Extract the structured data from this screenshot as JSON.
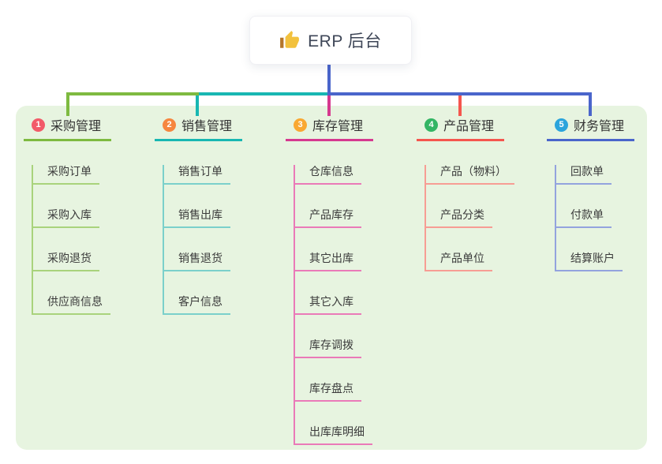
{
  "root": {
    "icon": "thumbs-up-icon",
    "label": "ERP 后台"
  },
  "branches": [
    {
      "num": "1",
      "label": "采购管理",
      "badge_color": "#f25b69",
      "line_color": "#7eba40",
      "light_color": "#a9d37c",
      "items": [
        "采购订单",
        "采购入库",
        "采购退货",
        "供应商信息"
      ]
    },
    {
      "num": "2",
      "label": "销售管理",
      "badge_color": "#f6863f",
      "line_color": "#18b7b2",
      "light_color": "#7bd0cb",
      "items": [
        "销售订单",
        "销售出库",
        "销售退货",
        "客户信息"
      ]
    },
    {
      "num": "3",
      "label": "库存管理",
      "badge_color": "#f9a832",
      "line_color": "#d6398f",
      "light_color": "#ea7ab8",
      "items": [
        "仓库信息",
        "产品库存",
        "其它出库",
        "其它入库",
        "库存调拨",
        "库存盘点",
        "出库库明细"
      ]
    },
    {
      "num": "4",
      "label": "产品管理",
      "badge_color": "#33b564",
      "line_color": "#f5564e",
      "light_color": "#f79d94",
      "items": [
        "产品（物料）",
        "产品分类",
        "产品单位"
      ]
    },
    {
      "num": "5",
      "label": "财务管理",
      "badge_color": "#2ba4dc",
      "line_color": "#4a65cb",
      "light_color": "#93a3de",
      "items": [
        "回款单",
        "付款单",
        "结算账户"
      ]
    }
  ],
  "colors": {
    "panel_bg": "#e7f4e0",
    "root_connector": "#4a65cb"
  }
}
